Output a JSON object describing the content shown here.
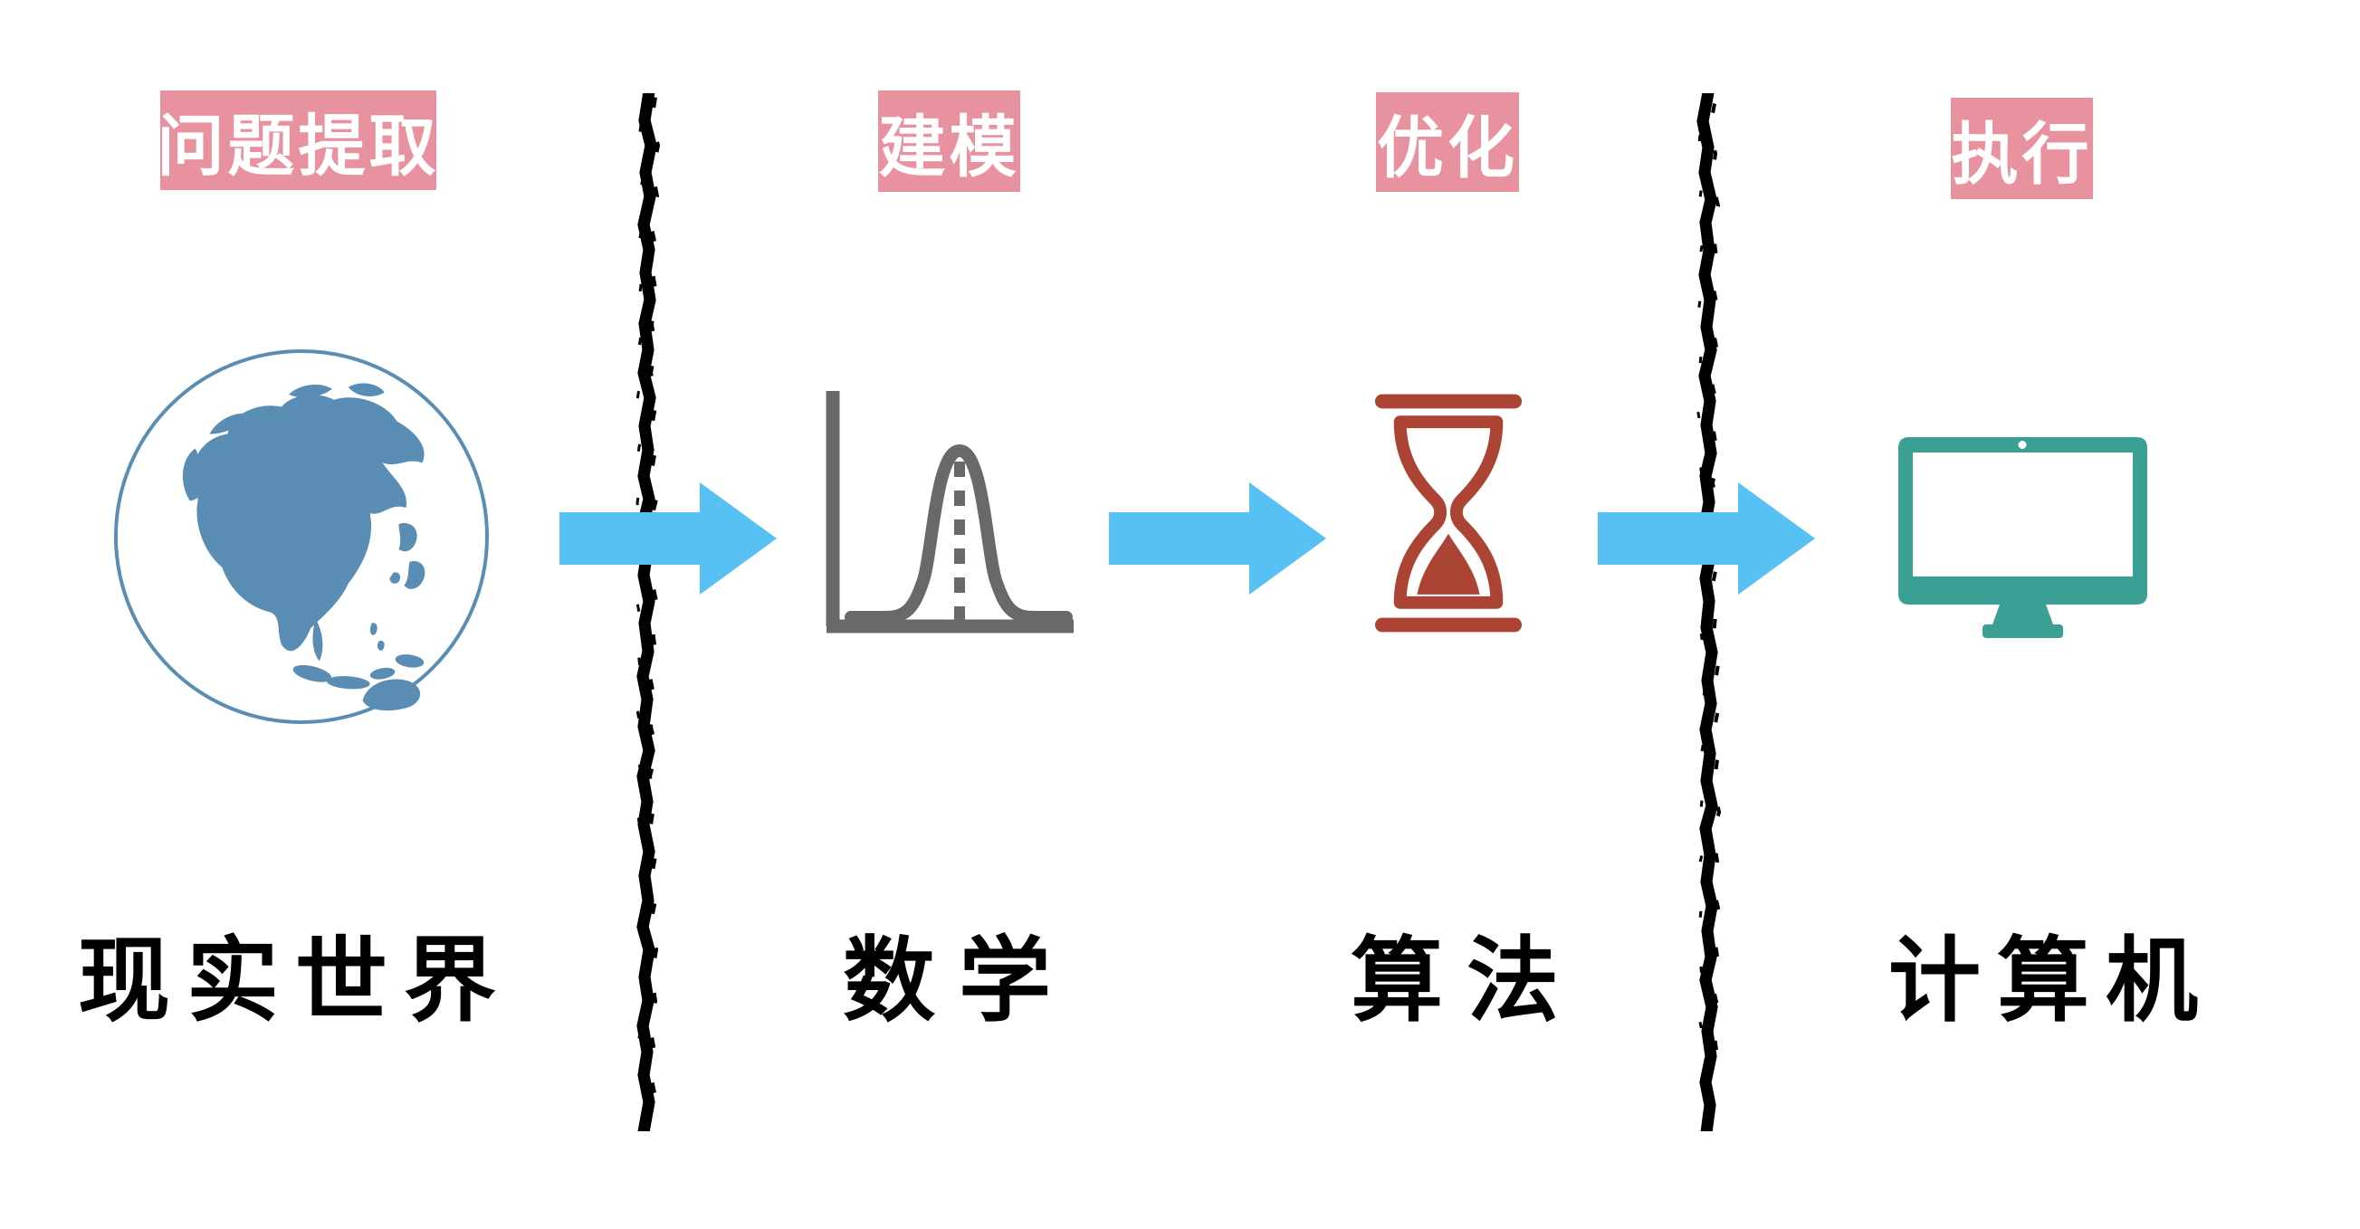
{
  "diagram": {
    "stages": [
      {
        "badge": "问题提取",
        "label": "现实世界",
        "icon": "globe"
      },
      {
        "badge": "建模",
        "label": "数学",
        "icon": "bell-curve"
      },
      {
        "badge": "优化",
        "label": "算法",
        "icon": "hourglass"
      },
      {
        "badge": "执行",
        "label": "计算机",
        "icon": "computer-monitor"
      }
    ],
    "colors": {
      "badge_background": "#e8929f",
      "badge_text": "#ffffff",
      "arrow_blue": "#58c1f3",
      "globe_blue": "#5a8db4",
      "curve_gray": "#696969",
      "hourglass_red": "#ab4434",
      "monitor_teal": "#3aa093",
      "divider_black": "#000000",
      "label_text": "#000000"
    }
  }
}
